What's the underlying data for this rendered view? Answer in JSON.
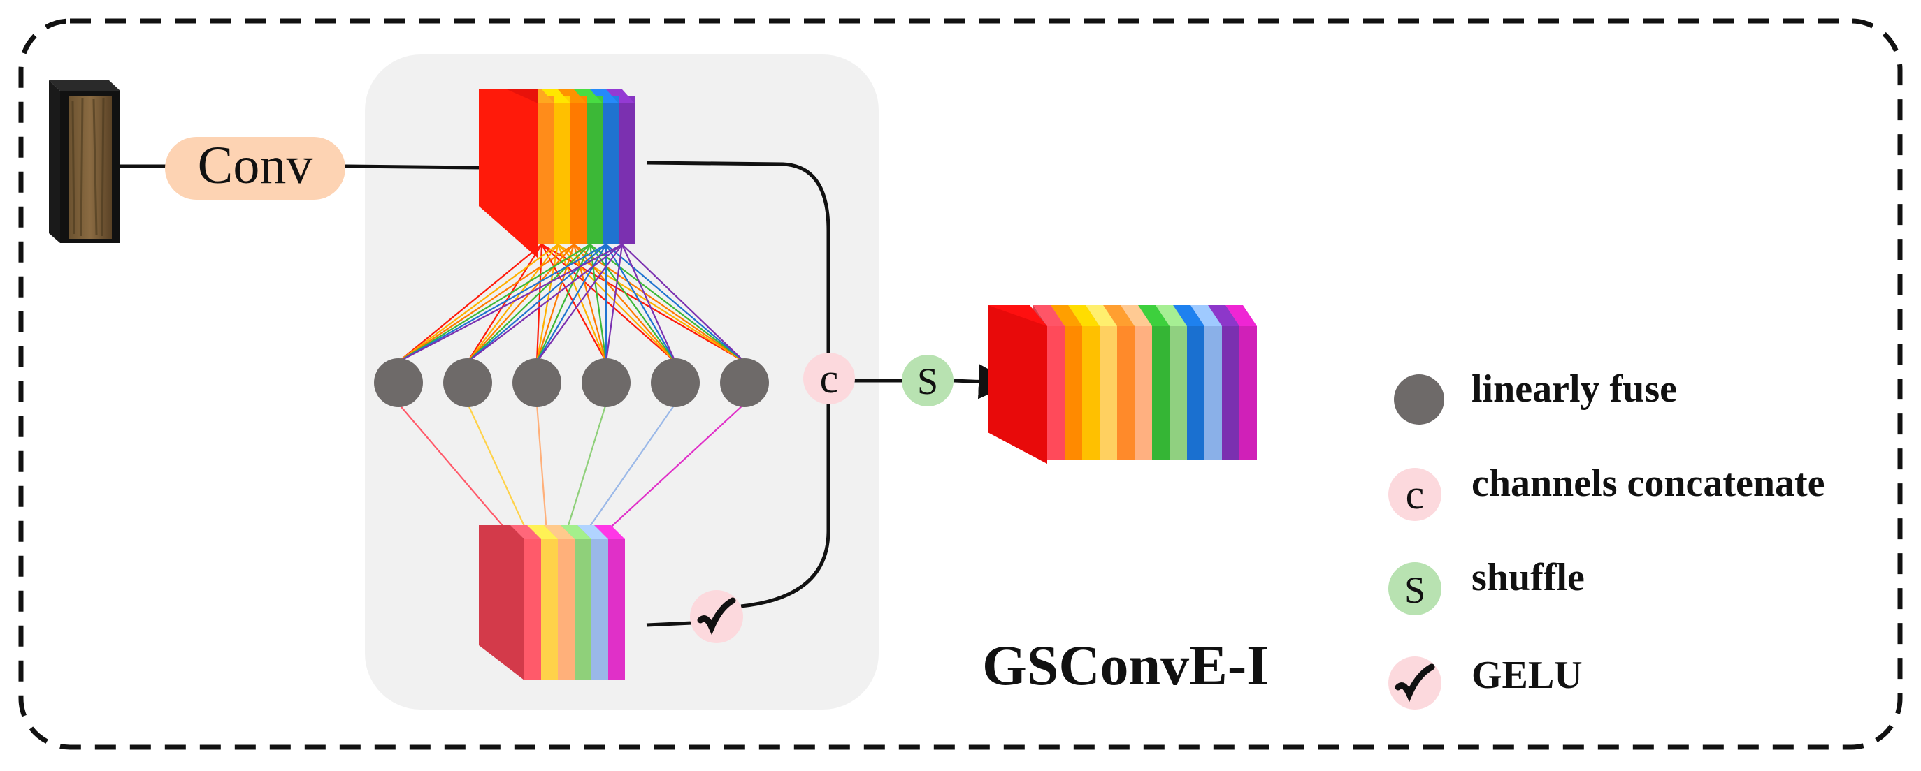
{
  "title": "GSConvE-I",
  "conv_label": "Conv",
  "symbols": {
    "concat": "c",
    "shuffle": "S",
    "gelu": "✓"
  },
  "legend": [
    {
      "symbol": "",
      "label": "linearly fuse",
      "kind": "fuse"
    },
    {
      "symbol": "c",
      "label": "channels concatenate",
      "kind": "concat"
    },
    {
      "symbol": "S",
      "label": "shuffle",
      "kind": "shuffle"
    },
    {
      "symbol": "✓",
      "label": "GELU",
      "kind": "gelu"
    }
  ],
  "colors": {
    "fuse_node": "#6e6a69",
    "concat_bg": "#fcd9dd",
    "shuffle_bg": "#b8e2b1",
    "gelu_bg": "#fcd9dd",
    "conv_bg": "#fdd3b3",
    "panel_bg": "#f1f1f1",
    "border": "#111111"
  },
  "top_stack_colors": [
    "#ff1a0a",
    "#ff8c1a",
    "#ffc000",
    "#ff7a00",
    "#3cb837",
    "#1f73d0",
    "#7b30b0"
  ],
  "bottom_stack_colors": [
    "#d33a4a",
    "#ff5a6a",
    "#ffd24a",
    "#ffb07a",
    "#8fd07a",
    "#9ab8e8",
    "#e030c8"
  ],
  "output_stack_colors": [
    "#ff1010",
    "#ff4a5a",
    "#ff8a00",
    "#ffc000",
    "#ffd060",
    "#ff8a2a",
    "#ffb080",
    "#35b535",
    "#90d080",
    "#1a70d0",
    "#8ab0e8",
    "#7b30b0",
    "#d020b8"
  ],
  "fuse_line_colors": [
    "#ff1a0a",
    "#ffb000",
    "#ff7a00",
    "#3cb837",
    "#1f73d0",
    "#7b30b0"
  ],
  "out_line_colors": [
    "#ff5a6a",
    "#ffd24a",
    "#ffb07a",
    "#8fd07a",
    "#9ab8e8",
    "#e030c8"
  ]
}
